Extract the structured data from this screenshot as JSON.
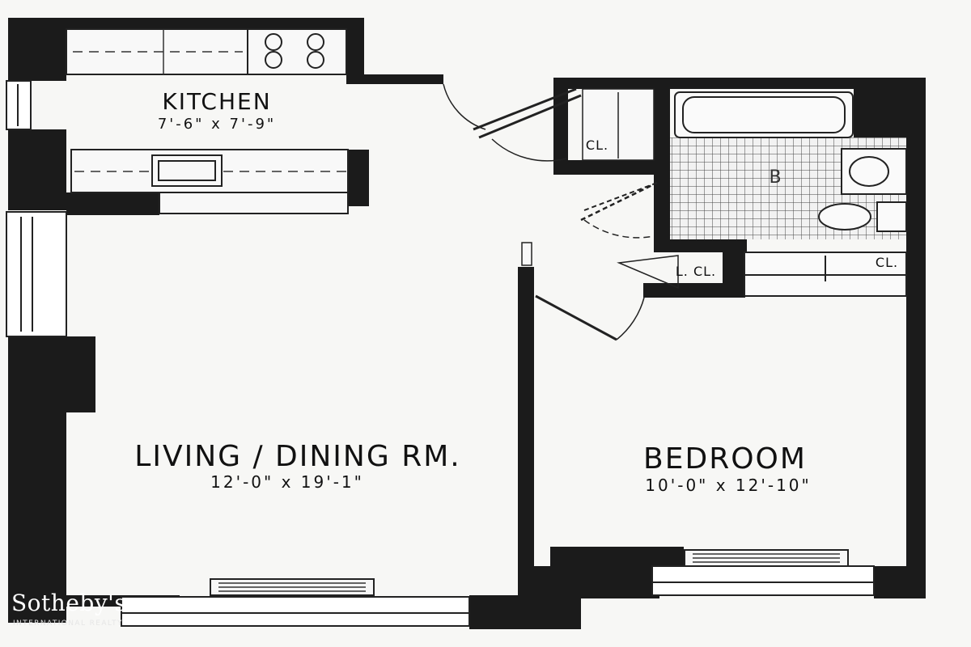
{
  "rooms": {
    "kitchen": {
      "name": "KITCHEN",
      "dimensions": "7'-6\" x 7'-9\""
    },
    "living": {
      "name": "LIVING / DINING RM.",
      "dimensions": "12'-0\" x 19'-1\""
    },
    "bedroom": {
      "name": "BEDROOM",
      "dimensions": "10'-0\" x 12'-10\""
    },
    "bath": {
      "name": "B"
    }
  },
  "closets": {
    "hall": "CL.",
    "linen": "L. CL.",
    "bedroom": "CL."
  },
  "brand": {
    "name": "Sotheby's",
    "tagline": "INTERNATIONAL REALTY"
  },
  "colors": {
    "wall": "#1b1b1b",
    "paper": "#f7f7f5",
    "fixture": "#f2f2f2"
  }
}
